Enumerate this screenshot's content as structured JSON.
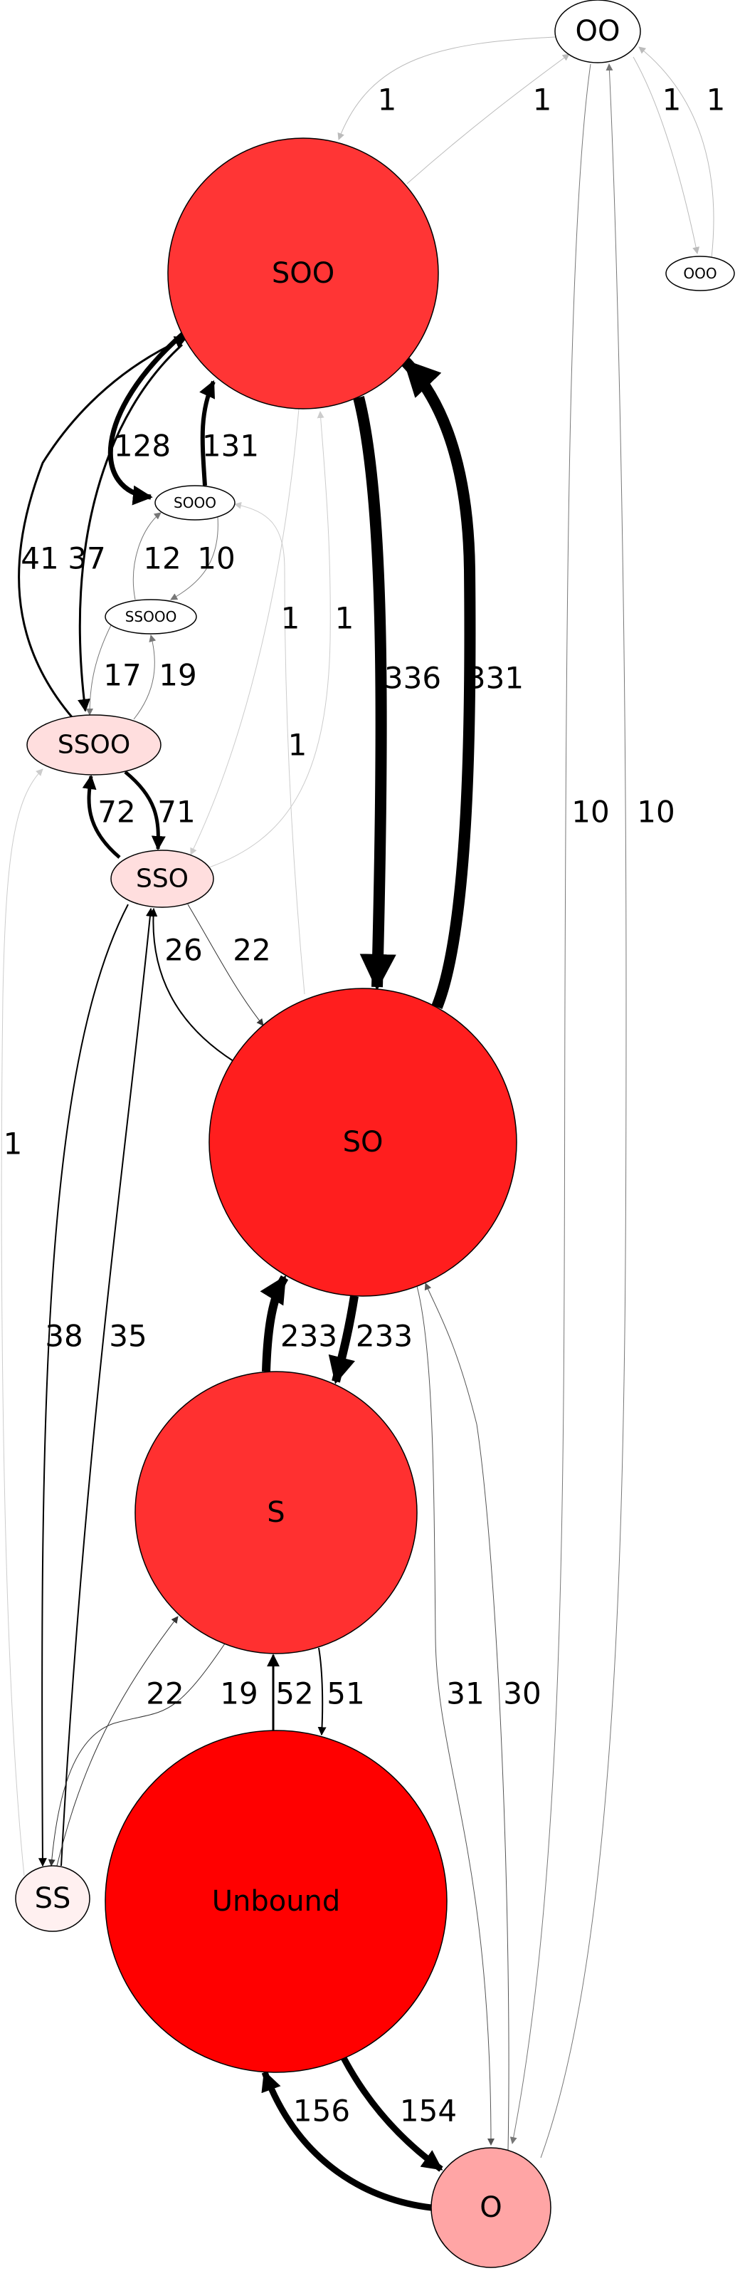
{
  "nodes": {
    "OO": {
      "label": "OO",
      "fill": "#ffffff"
    },
    "OOO": {
      "label": "OOO",
      "fill": "#ffffff"
    },
    "SOO": {
      "label": "SOO",
      "fill": "#ff3535"
    },
    "SOOO": {
      "label": "SOOO",
      "fill": "#ffffff"
    },
    "SSOOO": {
      "label": "SSOOO",
      "fill": "#ffffff"
    },
    "SSOO": {
      "label": "SSOO",
      "fill": "#ffdede"
    },
    "SSO": {
      "label": "SSO",
      "fill": "#ffdede"
    },
    "SO": {
      "label": "SO",
      "fill": "#ff1e1e"
    },
    "S": {
      "label": "S",
      "fill": "#ff3030"
    },
    "SS": {
      "label": "SS",
      "fill": "#fff0f0"
    },
    "Unbound": {
      "label": "Unbound",
      "fill": "#ff0000"
    },
    "O": {
      "label": "O",
      "fill": "#ffa5a5"
    }
  },
  "edges": [
    {
      "from": "OO",
      "to": "SOO",
      "label": "1"
    },
    {
      "from": "SOO",
      "to": "OO",
      "label": "1"
    },
    {
      "from": "OO",
      "to": "OOO",
      "label": "1"
    },
    {
      "from": "OOO",
      "to": "OO",
      "label": "1"
    },
    {
      "from": "OO",
      "to": "O",
      "label": "10"
    },
    {
      "from": "O",
      "to": "OO",
      "label": "10"
    },
    {
      "from": "SOO",
      "to": "SOOO",
      "label": "128"
    },
    {
      "from": "SOOO",
      "to": "SOO",
      "label": "131"
    },
    {
      "from": "SSOO",
      "to": "SOO",
      "label": "41"
    },
    {
      "from": "SOO",
      "to": "SSOO",
      "label": "37"
    },
    {
      "from": "SOOO",
      "to": "SSOOO",
      "label": "10"
    },
    {
      "from": "SSOOO",
      "to": "SOOO",
      "label": "12"
    },
    {
      "from": "SSOOO",
      "to": "SSOO",
      "label": "17"
    },
    {
      "from": "SSOO",
      "to": "SSOOO",
      "label": "19"
    },
    {
      "from": "SOO",
      "to": "SSO",
      "label": "1"
    },
    {
      "from": "SSO",
      "to": "SOO",
      "label": "1"
    },
    {
      "from": "SO",
      "to": "SOOO",
      "label": "1"
    },
    {
      "from": "SOO",
      "to": "SO",
      "label": "336"
    },
    {
      "from": "SO",
      "to": "SOO",
      "label": "331"
    },
    {
      "from": "SSO",
      "to": "SSOO",
      "label": "72"
    },
    {
      "from": "SSOO",
      "to": "SSO",
      "label": "71"
    },
    {
      "from": "SS",
      "to": "SSOO",
      "label": "1"
    },
    {
      "from": "SO",
      "to": "SSO",
      "label": "26"
    },
    {
      "from": "SSO",
      "to": "SO",
      "label": "22"
    },
    {
      "from": "SSO",
      "to": "SS",
      "label": "38"
    },
    {
      "from": "SS",
      "to": "SSO",
      "label": "35"
    },
    {
      "from": "S",
      "to": "SO",
      "label": "233"
    },
    {
      "from": "SO",
      "to": "S",
      "label": "233"
    },
    {
      "from": "SO",
      "to": "O",
      "label": "31"
    },
    {
      "from": "O",
      "to": "SO",
      "label": "30"
    },
    {
      "from": "SS",
      "to": "S",
      "label": "22"
    },
    {
      "from": "S",
      "to": "SS",
      "label": "19"
    },
    {
      "from": "Unbound",
      "to": "S",
      "label": "52"
    },
    {
      "from": "S",
      "to": "Unbound",
      "label": "51"
    },
    {
      "from": "O",
      "to": "Unbound",
      "label": "156"
    },
    {
      "from": "Unbound",
      "to": "O",
      "label": "154"
    }
  ]
}
